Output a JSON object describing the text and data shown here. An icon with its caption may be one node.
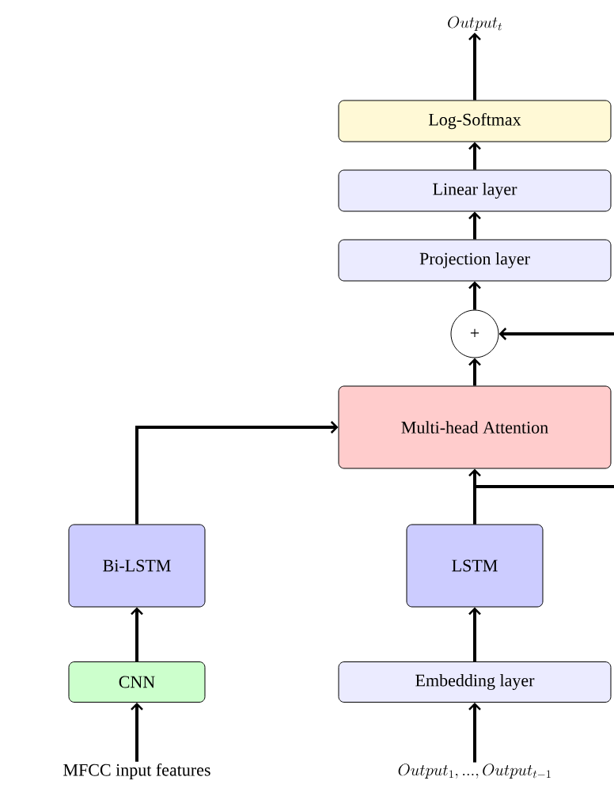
{
  "diagram": {
    "nodes": [
      {
        "text": [
          "Output_t"
        ]
      },
      {
        "text": [
          "Log-Softmax"
        ]
      },
      {
        "text": [
          "Linear layer"
        ]
      },
      {
        "text": [
          "Projection layer"
        ]
      },
      {
        "text": [
          "+"
        ]
      },
      {
        "text": [
          "Multi-head Attention"
        ]
      },
      {
        "text": [
          "Bi-LSTM"
        ]
      },
      {
        "text": [
          "LSTM"
        ]
      },
      {
        "text": [
          "CNN"
        ]
      },
      {
        "text": [
          "Embedding layer"
        ]
      },
      {
        "text": [
          "MFCC input features"
        ]
      },
      {
        "text": [
          "Output_1, ..., Output_{t-1}"
        ]
      }
    ],
    "edges": [
      {
        "from": 1,
        "to": 0,
        "arrow": "to"
      },
      {
        "from": 2,
        "to": 1,
        "arrow": "to"
      },
      {
        "from": 3,
        "to": 2,
        "arrow": "to"
      },
      {
        "from": 4,
        "to": 3,
        "arrow": "to"
      },
      {
        "from": 5,
        "to": 4,
        "arrow": "to"
      },
      {
        "from": 6,
        "to": 5,
        "arrow": "to"
      },
      {
        "from": 7,
        "to": 5,
        "arrow": "to"
      },
      {
        "from": 7,
        "to": null,
        "arrow": "none"
      },
      {
        "from": null,
        "to": 4,
        "arrow": "to"
      },
      {
        "from": 8,
        "to": 6,
        "arrow": "to"
      },
      {
        "from": 9,
        "to": 7,
        "arrow": "to"
      },
      {
        "from": 10,
        "to": 8,
        "arrow": "to"
      },
      {
        "from": 11,
        "to": 9,
        "arrow": "to"
      }
    ]
  }
}
